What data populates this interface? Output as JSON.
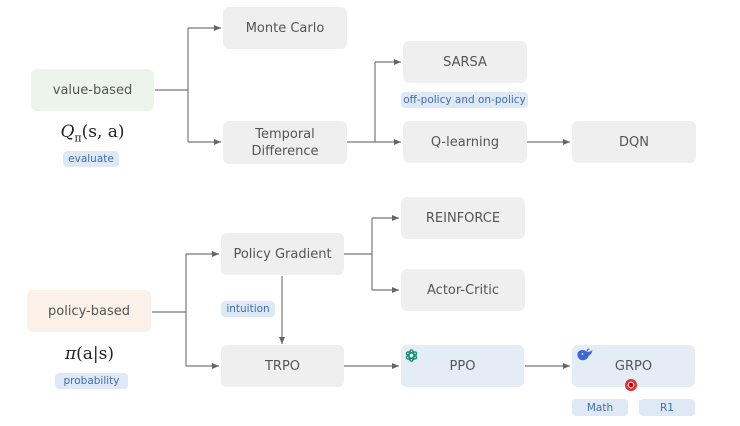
{
  "value_section": {
    "root_label": "value-based",
    "formula_text": "Qπ(s,a)",
    "formula": {
      "symbol": "Q",
      "subscript": "π",
      "args": "(s, a)"
    },
    "tag": "evaluate",
    "nodes": {
      "monte_carlo": "Monte Carlo",
      "td_line1": "Temporal",
      "td_line2": "Difference",
      "sarsa": "SARSA",
      "q_learning": "Q-learning",
      "dqn": "DQN"
    },
    "sarsa_tag": "off-policy and on-policy"
  },
  "policy_section": {
    "root_label": "policy-based",
    "formula_text": "π(a|s)",
    "formula": {
      "symbol": "π",
      "args": "(a|s)"
    },
    "tag": "probability",
    "nodes": {
      "policy_gradient": "Policy Gradient",
      "reinforce": "REINFORCE",
      "actor_critic": "Actor-Critic",
      "trpo": "TRPO",
      "ppo": "PPO",
      "grpo": "GRPO"
    },
    "intuition_tag": "intuition",
    "grpo_tags": [
      "Math",
      "R1"
    ]
  },
  "icons": {
    "ppo_logo": "openai-logo-icon",
    "grpo_logo": "deepseek-whale-icon",
    "cursor": "cursor-dot-icon"
  },
  "colors": {
    "gray_node": "#efefef",
    "value_root": "#edf4ea",
    "policy_root": "#fcf1e8",
    "highlight_node": "#e4ecf6",
    "tag_text": "#3f6fae",
    "connector": "#666666"
  }
}
